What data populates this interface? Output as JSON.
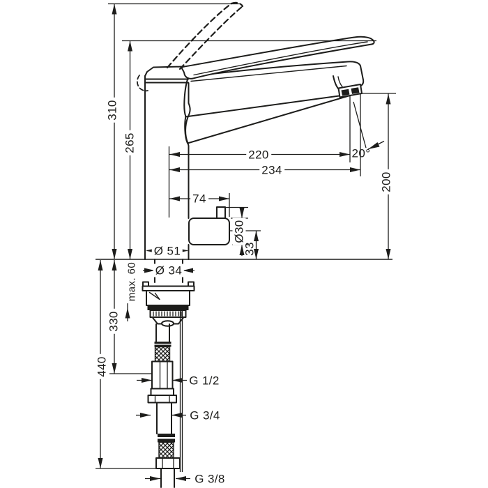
{
  "colors": {
    "line_color": "#1d1d1b",
    "background": "#ffffff"
  },
  "dimension_labels": {
    "height_overall": "310",
    "height_handle": "265",
    "spout_reach": "220",
    "spout_reach_total": "234",
    "port_offset": "74",
    "spout_angle": "20°",
    "outlet_height": "200",
    "base_diameter": "Ø 51",
    "shank_diameter": "Ø 34",
    "port_diameter": "Ø30",
    "port_center_height": "33",
    "max_counter_thickness": "max. 60",
    "length_below_1": "330",
    "length_below_2": "440",
    "thread_top": "G 1/2",
    "thread_middle": "G 3/4",
    "thread_bottom": "G 3/8"
  }
}
